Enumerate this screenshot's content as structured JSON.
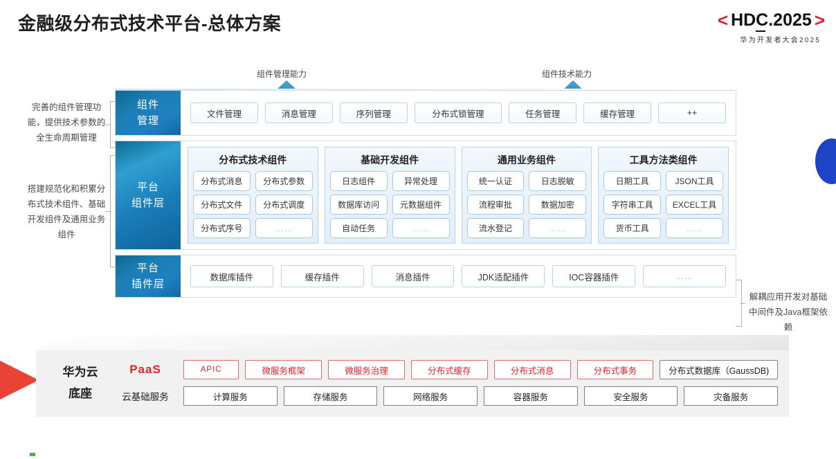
{
  "header": {
    "title": "金融级分布式技术平台-总体方案",
    "logo_bracket_left": "<",
    "logo_bracket_right": ">",
    "logo_text": "HDC.2025",
    "logo_sub": "华为开发者大会2025"
  },
  "arrows": {
    "left_label": "组件管理能力",
    "right_label": "组件技术能力"
  },
  "notes": {
    "left_1": "完善的组件管理功能，提供技术参数的全生命周期管理",
    "left_2": "搭建规范化和积累分布式技术组件、基础开发组件及通用业务组件",
    "right_1": "解耦应用开发对基础中间件及Java框架依赖"
  },
  "layers": {
    "component_management": {
      "label": "组件\n管理",
      "label_line1": "组件",
      "label_line2": "管理",
      "items": [
        "文件管理",
        "消息管理",
        "序列管理",
        "分布式锁管理",
        "任务管理",
        "缓存管理",
        "++"
      ]
    },
    "platform_component": {
      "label_line1": "平台",
      "label_line2": "组件层",
      "groups": [
        {
          "title": "分布式技术组件",
          "cells": [
            "分布式消息",
            "分布式参数",
            "分布式文件",
            "分布式调度",
            "分布式序号",
            "……"
          ]
        },
        {
          "title": "基础开发组件",
          "cells": [
            "日志组件",
            "异常处理",
            "数据库访问",
            "元数据组件",
            "自动任务",
            "……"
          ]
        },
        {
          "title": "通用业务组件",
          "cells": [
            "统一认证",
            "日志脱敏",
            "流程审批",
            "数据加密",
            "流水登记",
            "……"
          ]
        },
        {
          "title": "工具方法类组件",
          "cells": [
            "日期工具",
            "JSON工具",
            "字符串工具",
            "EXCEL工具",
            "货币工具",
            "……"
          ]
        }
      ]
    },
    "platform_plugin": {
      "label_line1": "平台",
      "label_line2": "插件层",
      "items": [
        "数据库插件",
        "缓存插件",
        "消息插件",
        "JDK适配插件",
        "IOC容器插件",
        "……"
      ]
    }
  },
  "base": {
    "title_line1": "华为云",
    "title_line2": "底座",
    "paas_label": "PaaS",
    "cloud_label": "云基础服务",
    "paas_items": [
      "APIC",
      "微服务框架",
      "微服务治理",
      "分布式缓存",
      "分布式消息",
      "分布式事务",
      "分布式数据库（GaussDB)"
    ],
    "cloud_items": [
      "计算服务",
      "存储服务",
      "网络服务",
      "容器服务",
      "安全服务",
      "灾备服务"
    ]
  },
  "colors": {
    "brand_red": "#d9232e",
    "brand_blue": "#1b7fb5",
    "deco_blue": "#1c44c4",
    "deco_red": "#ea4335",
    "base_gray": "#f1f1f1"
  }
}
